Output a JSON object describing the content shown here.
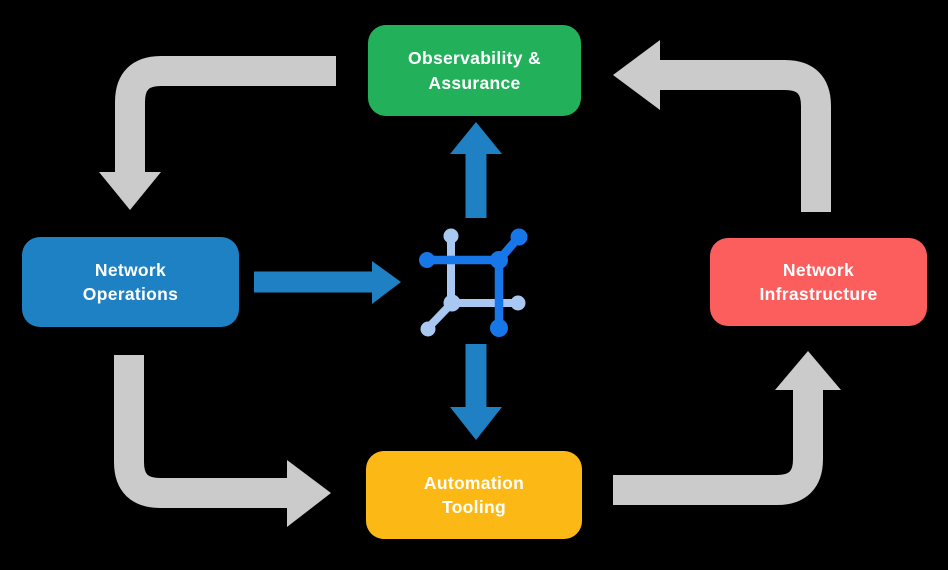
{
  "diagram": {
    "nodes": [
      {
        "id": "observability-assurance",
        "line1": "Observability &",
        "line2": "Assurance",
        "color": "#22B15A"
      },
      {
        "id": "network-operations",
        "line1": "Network",
        "line2": "Operations",
        "color": "#1E81C4"
      },
      {
        "id": "network-infrastructure",
        "line1": "Network",
        "line2": "Infrastructure",
        "color": "#FC5E5E"
      },
      {
        "id": "automation-tooling",
        "line1": "Automation",
        "line2": "Tooling",
        "color": "#FCB915"
      }
    ],
    "center_icon": "network-mesh-icon",
    "edges": [
      {
        "from": "observability-assurance",
        "to": "network-operations",
        "style": "gray-elbow",
        "direction": "left-then-down"
      },
      {
        "from": "network-infrastructure",
        "to": "observability-assurance",
        "style": "gray-elbow",
        "direction": "up-then-left"
      },
      {
        "from": "network-operations",
        "to": "automation-tooling",
        "style": "gray-elbow",
        "direction": "down-then-right"
      },
      {
        "from": "automation-tooling",
        "to": "network-infrastructure",
        "style": "gray-elbow",
        "direction": "right-then-up"
      },
      {
        "from": "network-operations",
        "to": "center-icon",
        "style": "blue-straight",
        "direction": "right"
      },
      {
        "from": "center-icon",
        "to": "observability-assurance",
        "style": "blue-straight",
        "direction": "up"
      },
      {
        "from": "center-icon",
        "to": "automation-tooling",
        "style": "blue-straight",
        "direction": "down"
      }
    ]
  },
  "colors": {
    "green": "#22B15A",
    "blue": "#1E81C4",
    "red": "#FC5E5E",
    "yellow": "#FCB915",
    "gray-arrow": "#CBCBCB",
    "blue-arrow": "#1F80C4",
    "icon-dark": "#1877E8",
    "icon-light": "#A8C8F2",
    "text": "#FFFFFF",
    "bg": "#000000"
  }
}
